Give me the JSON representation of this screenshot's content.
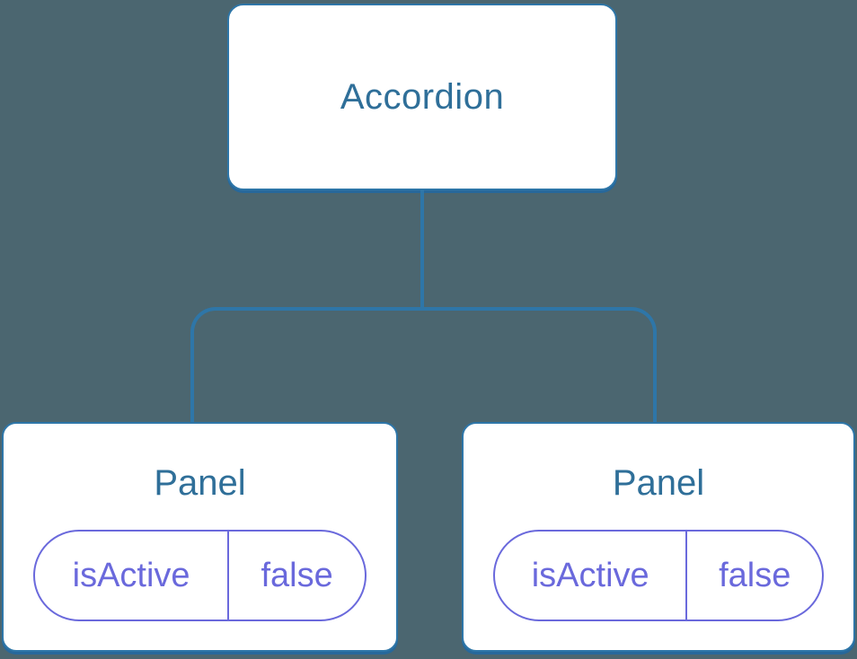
{
  "diagram": {
    "type": "component-tree",
    "root": {
      "label": "Accordion"
    },
    "children": [
      {
        "label": "Panel",
        "state": {
          "key": "isActive",
          "value": "false"
        }
      },
      {
        "label": "Panel",
        "state": {
          "key": "isActive",
          "value": "false"
        }
      }
    ]
  },
  "colors": {
    "background": "#4B6670",
    "connector": "#2E76A8",
    "node_border": "#2E76A8",
    "node_fill": "#FFFFFF",
    "node_label_text": "#2F6F99",
    "state_accent": "#6A69DC"
  }
}
